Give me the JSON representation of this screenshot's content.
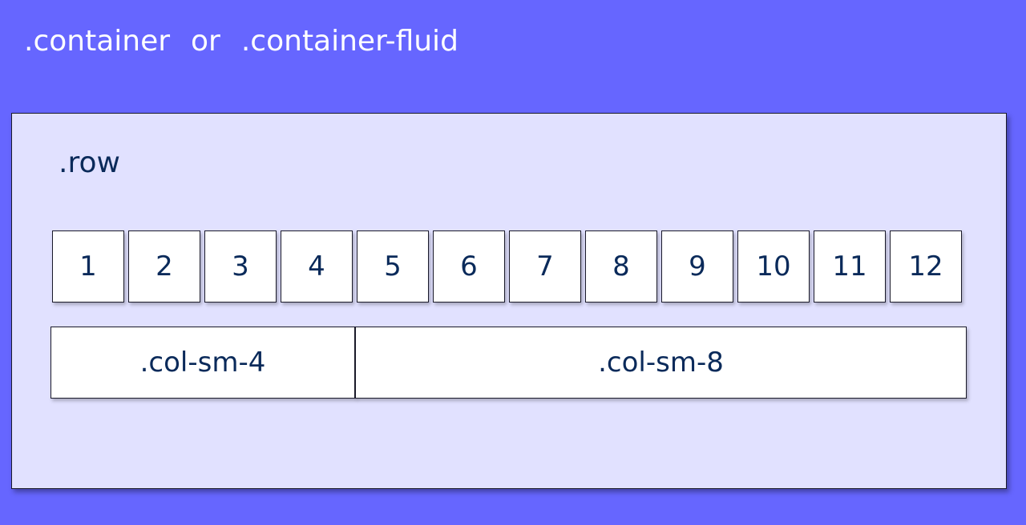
{
  "header": {
    "container": ".container",
    "or": "or",
    "container_fluid": ".container-fluid"
  },
  "row": {
    "label": ".row"
  },
  "grid": {
    "columns": [
      "1",
      "2",
      "3",
      "4",
      "5",
      "6",
      "7",
      "8",
      "9",
      "10",
      "11",
      "12"
    ]
  },
  "columns": {
    "col_sm_4": ".col-sm-4",
    "col_sm_8": ".col-sm-8"
  },
  "colors": {
    "background": "#6666ff",
    "panel": "#e1e1ff",
    "cell": "#ffffff",
    "text": "#0a2a5a"
  }
}
